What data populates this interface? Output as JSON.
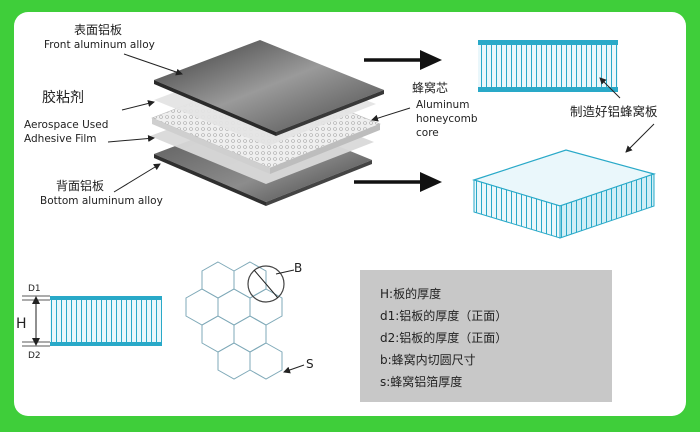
{
  "diagram": {
    "labels": {
      "front_cn": "表面铝板",
      "front_en": "Front aluminum alloy",
      "adhesive_cn": "胶粘剂",
      "adhesive_en1": "Aerospace Used",
      "adhesive_en2": "Adhesive Film",
      "core_cn": "蜂窝芯",
      "core_en1": "Aluminum",
      "core_en2": "honeycomb",
      "core_en3": "core",
      "bottom_cn": "背面铝板",
      "bottom_en": "Bottom aluminum alloy",
      "finished_cn": "制造好铝蜂窝板"
    },
    "dims": {
      "d1": "D1",
      "h": "H",
      "d2": "D2",
      "b": "B",
      "s": "S"
    },
    "legend": [
      "H:板的厚度",
      "d1:铝板的厚度（正面）",
      "d2:铝板的厚度（正面）",
      "b:蜂窝内切圆尺寸",
      "s:蜂窝铝箔厚度"
    ],
    "colors": {
      "border_green": "#3fce3a",
      "panel_blue": "#29a9c8",
      "legend_bg": "#c8c8c8"
    }
  }
}
